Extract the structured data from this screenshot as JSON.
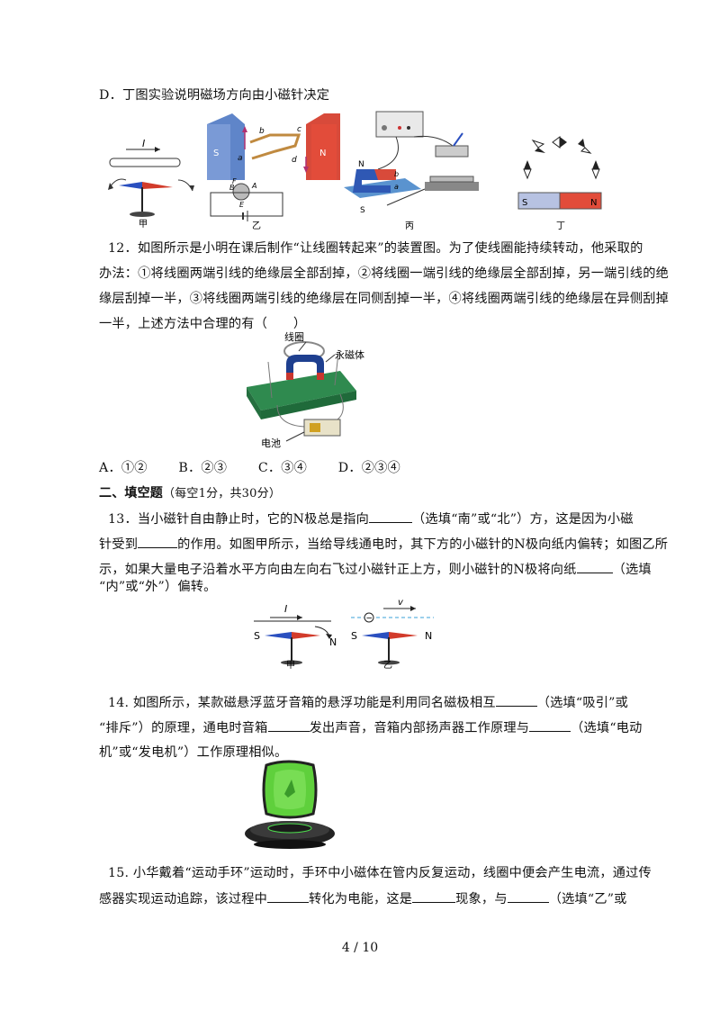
{
  "q11": {
    "option_d": "D．丁图实验说明磁场方向由小磁针决定",
    "figure_labels": {
      "jia": "甲",
      "yi": "乙",
      "bing": "丙",
      "ding": "丁"
    },
    "fig_jia_current": "I",
    "fig_yi_letters": {
      "s": "S",
      "n": "N",
      "a": "a",
      "b": "b",
      "c": "c",
      "d": "d",
      "B": "B",
      "F": "F",
      "A": "A",
      "E": "E"
    },
    "fig_bing_letters": {
      "n": "N",
      "s": "S",
      "a": "a",
      "b": "b"
    },
    "fig_ding_letters": {
      "s": "S",
      "n": "N"
    }
  },
  "q12": {
    "lines": [
      "12．如图所示是小明在课后制作“让线圈转起来”的装置图。为了使线圈能持续转动，他采取的",
      "办法：①将线圈两端引线的绝缘层全部刮掉，②将线圈一端引线的绝缘层全部刮掉，另一端引线的绝",
      "缘层刮掉一半，③将线圈两端引线的绝缘层在同侧刮掉一半，④将线圈两端引线的绝缘层在异侧刮掉",
      "一半，上述方法中合理的有（　　）"
    ],
    "figure_labels": {
      "coil": "线圈",
      "magnet": "永磁体",
      "battery": "电池"
    },
    "options": [
      "A．①②",
      "B．②③",
      "C．③④",
      "D．②③④"
    ]
  },
  "section2": {
    "title": "二、填空题",
    "note": "（每空1分，共30分）"
  },
  "q13": {
    "l1a": "13．当小磁针自由静止时，它的N极总是指向",
    "l1b": "（选填“南”或“北”）方，这是因为小磁",
    "l2a": "针受到",
    "l2b": "的作用。如图甲所示，当给导线通电时，其下方的小磁针的N极向纸内偏转；如图乙所",
    "l3a": "示，如果大量电子沿着水平方向由左向右飞过小磁针正上方，则小磁针的N极将向纸",
    "l3b": "（选填",
    "l4": "“内”或“外”）偏转。",
    "figure_labels": {
      "current": "I",
      "s1": "S",
      "n1": "N",
      "jia": "甲",
      "v": "v",
      "minus": "−",
      "s2": "S",
      "n2": "N",
      "yi": "乙"
    }
  },
  "q14": {
    "l1a": "14. 如图所示，某款磁悬浮蓝牙音箱的悬浮功能是利用同名磁极相互",
    "l1b": "（选填“吸引”或",
    "l2a": "“排斥”）的原理，通电时音箱",
    "l2b": "发出声音，音箱内部扬声器工作原理与",
    "l2c": "（选填“电动",
    "l3": "机”或“发电机”）工作原理相似。"
  },
  "q15": {
    "l1": "15. 小华戴着“运动手环”运动时，手环中小磁体在管内反复运动，线圈中便会产生电流，通过传",
    "l2a": "感器实现运动追踪，该过程中",
    "l2b": "转化为电能，这是",
    "l2c": "现象，与",
    "l2d": "（选填“乙”或"
  },
  "footer": {
    "page": "4 / 10"
  }
}
